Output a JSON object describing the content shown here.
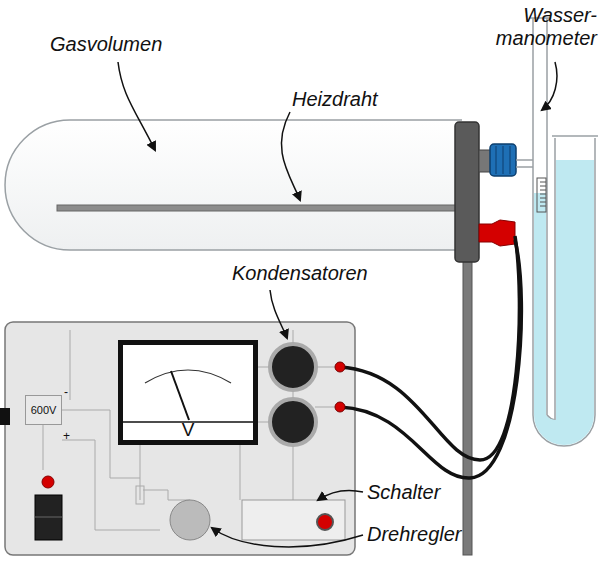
{
  "diagram": {
    "nodes": [
      {
        "text": [
          "V"
        ]
      },
      {
        "text": [
          "600V"
        ]
      }
    ],
    "labels": [
      "Gasvolumen",
      "Heizdraht",
      "Wasser- manometer",
      "Kondensatoren",
      "-",
      "+",
      "Schalter",
      "Drehregler"
    ]
  }
}
